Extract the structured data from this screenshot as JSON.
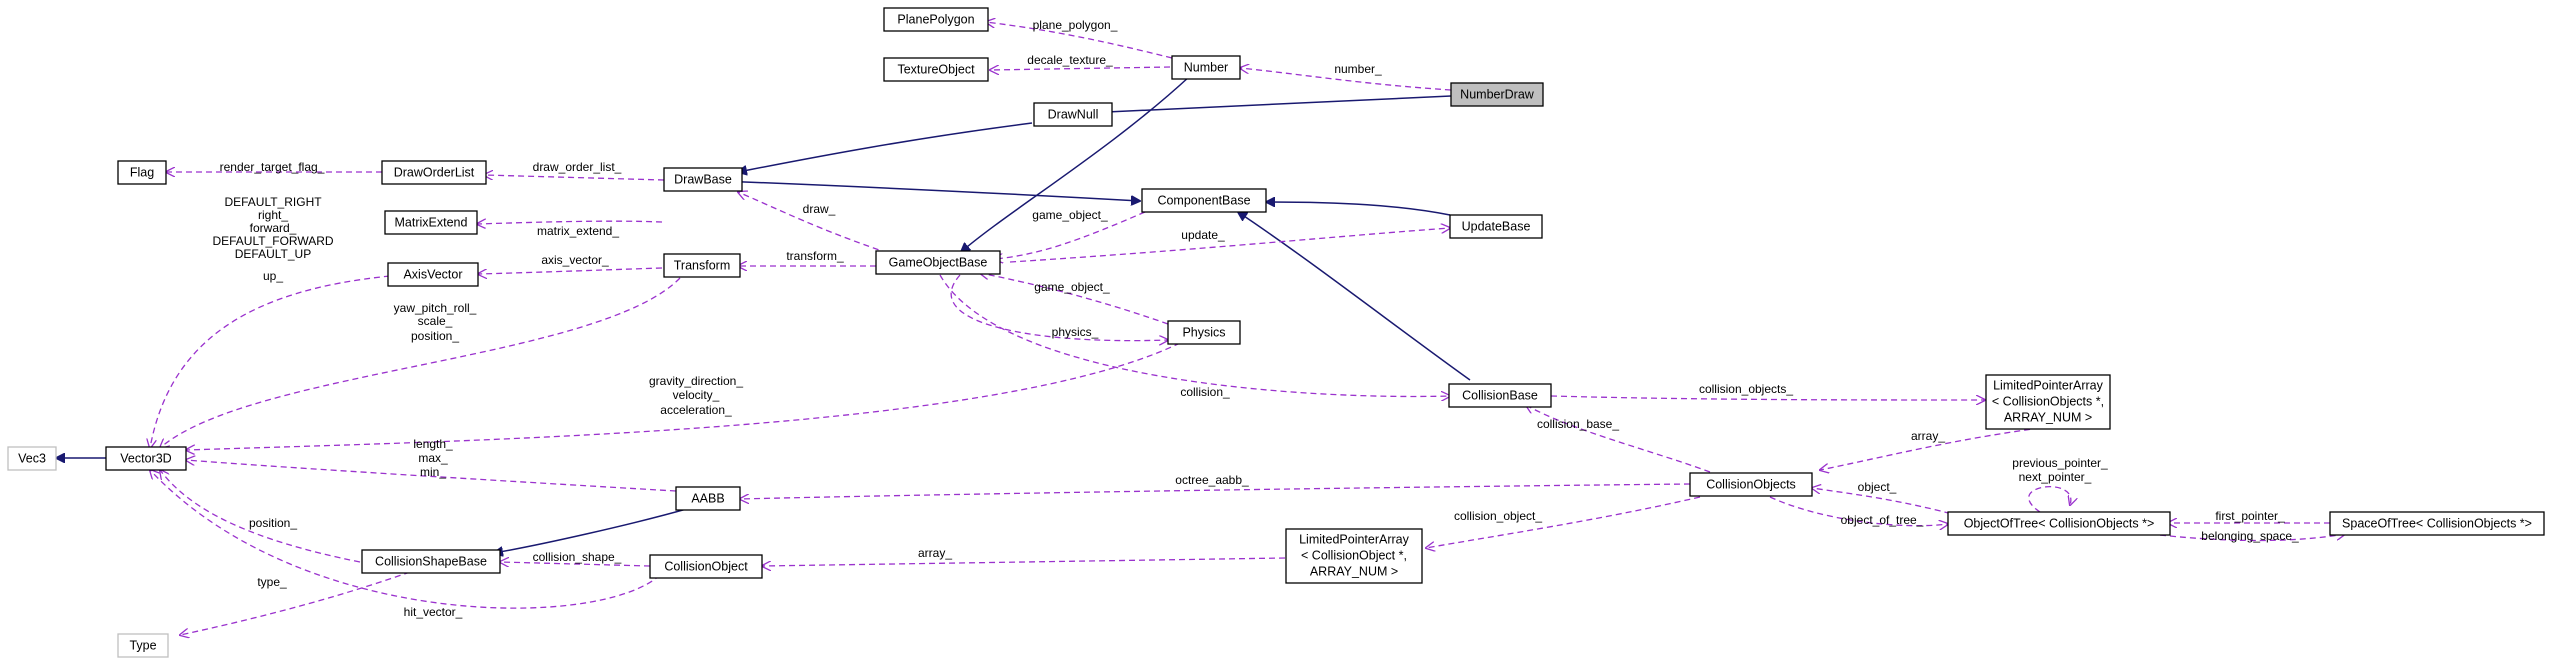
{
  "nodes": {
    "plane_polygon": "PlanePolygon",
    "texture_object": "TextureObject",
    "number": "Number",
    "number_draw": "NumberDraw",
    "draw_null": "DrawNull",
    "flag": "Flag",
    "draw_order_list": "DrawOrderList",
    "draw_base": "DrawBase",
    "component_base": "ComponentBase",
    "update_base": "UpdateBase",
    "matrix_extend": "MatrixExtend",
    "axis_vector": "AxisVector",
    "transform": "Transform",
    "game_object_base": "GameObjectBase",
    "physics": "Physics",
    "collision_base": "CollisionBase",
    "limited_pointer_array_objects": [
      "LimitedPointerArray",
      "< CollisionObjects *,",
      "ARRAY_NUM >"
    ],
    "vec3": "Vec3",
    "vector3d": "Vector3D",
    "aabb": "AABB",
    "collision_objects": "CollisionObjects",
    "object_of_tree": "ObjectOfTree< CollisionObjects *>",
    "space_of_tree": "SpaceOfTree< CollisionObjects *>",
    "collision_shape_base": "CollisionShapeBase",
    "collision_object": "CollisionObject",
    "limited_pointer_array_object": [
      "LimitedPointerArray",
      "< CollisionObject *,",
      "ARRAY_NUM >"
    ],
    "type": "Type"
  },
  "edge_labels": {
    "plane_polygon": "plane_polygon_",
    "decale_texture": "decale_texture_",
    "number": "number_",
    "render_target_flag": "render_target_flag_",
    "draw_order_list": "draw_order_list_",
    "draw": "draw_",
    "game_object_1": "game_object_",
    "update": "update_",
    "matrix_extend": "matrix_extend_",
    "axis_vector": "axis_vector_",
    "transform": "transform_",
    "game_object_2": "game_object_",
    "physics": "physics_",
    "axis_vector_members": [
      "DEFAULT_RIGHT",
      "right_",
      "forward_",
      "DEFAULT_FORWARD",
      "DEFAULT_UP",
      "up_"
    ],
    "transform_members": [
      "yaw_pitch_roll_",
      "scale_",
      "position_"
    ],
    "physics_members": [
      "gravity_direction_",
      "velocity_",
      "acceleration_"
    ],
    "collision": "collision_",
    "collision_objects": "collision_objects_",
    "collision_base": "collision_base_",
    "array_1": "array_",
    "aabb_members": [
      "length_",
      "max_",
      "min_"
    ],
    "octree_aabb": "octree_aabb_",
    "object": "object_",
    "object_of_tree": "object_of_tree_",
    "tree_pointers": [
      "previous_pointer_",
      "next_pointer_"
    ],
    "first_pointer": "first_pointer_",
    "belonging_space": "belonging_space_",
    "collision_object": "collision_object_",
    "position": "position_",
    "collision_shape": "collision_shape_",
    "array_2": "array_",
    "type": "type_",
    "hit_vector": "hit_vector_"
  },
  "colors": {
    "inheritance_edge": "#191970",
    "usage_edge": "#9a32cd",
    "highlight_fill": "#bfbfbf",
    "external_border": "#bfbfbf"
  }
}
